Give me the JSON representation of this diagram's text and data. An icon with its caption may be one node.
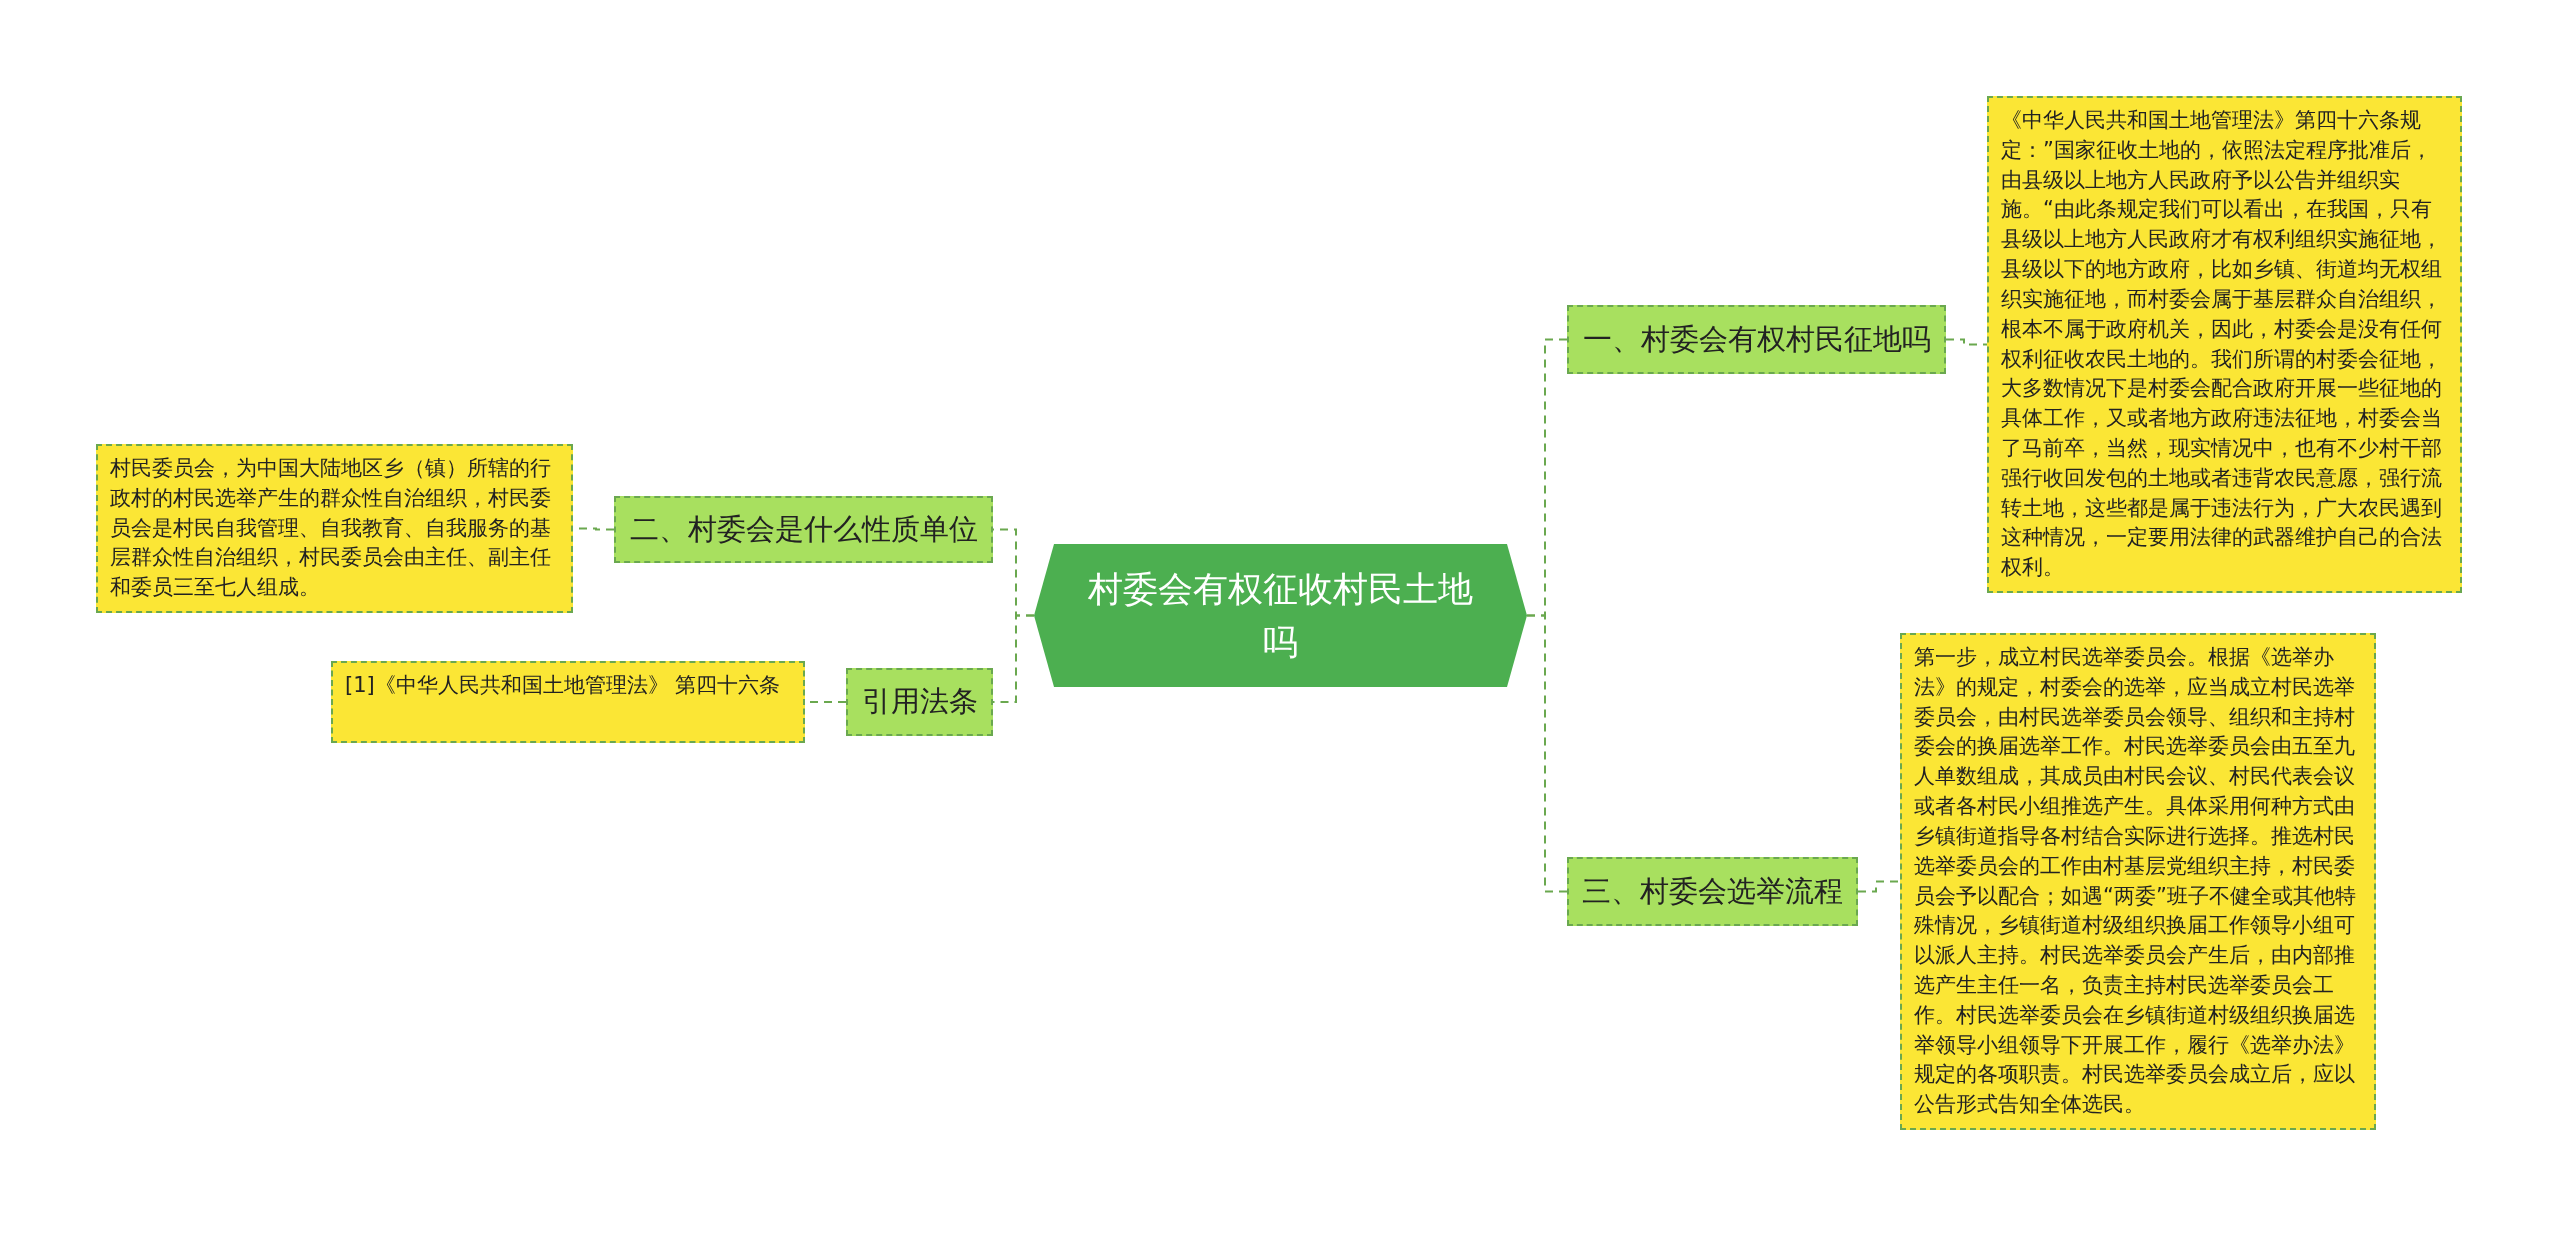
{
  "diagram": {
    "nodes": [
      {
        "text": [
          "村委会有权征收村民土地吗"
        ]
      },
      {
        "text": [
          "一、村委会有权村民征地吗"
        ]
      },
      {
        "text": [
          "《中华人民共和国土地管理法》第四十六条规定：”国家征收土地的，依照法定程序批准后，由县级以上地方人民政府予以公告并组织实施。“由此条规定我们可以看出，在我国，只有县级以上地方人民政府才有权利组织实施征地，县级以下的地方政府，比如乡镇、街道均无权组织实施征地，而村委会属于基层群众自治组织，根本不属于政府机关，因此，村委会是没有任何权利征收农民土地的。我们所谓的村委会征地，大多数情况下是村委会配合政府开展一些征地的具体工作，又或者地方政府违法征地，村委会当了马前卒，当然，现实情况中，也有不少村干部强行收回发包的土地或者违背农民意愿，强行流转土地，这些都是属于违法行为，广大农民遇到这种情况，一定要用法律的武器维护自己的合法权利。"
        ]
      },
      {
        "text": [
          "三、村委会选举流程"
        ]
      },
      {
        "text": [
          "第一步，成立村民选举委员会。根据《选举办法》的规定，村委会的选举，应当成立村民选举委员会，由村民选举委员会领导、组织和主持村委会的换届选举工作。村民选举委员会由五至九人单数组成，其成员由村民会议、村民代表会议或者各村民小组推选产生。具体采用何种方式由乡镇街道指导各村结合实际进行选择。推选村民选举委员会的工作由村基层党组织主持，村民委员会予以配合；如遇“两委”班子不健全或其他特殊情况，乡镇街道村级组织换届工作领导小组可以派人主持。村民选举委员会产生后，由内部推选产生主任一名，负责主持村民选举委员会工作。村民选举委员会在乡镇街道村级组织换届选举领导小组领导下开展工作，履行《选举办法》规定的各项职责。村民选举委员会成立后，应以公告形式告知全体选民。"
        ]
      },
      {
        "text": [
          "二、村委会是什么性质单位"
        ]
      },
      {
        "text": [
          "村民委员会，为中国大陆地区乡（镇）所辖的行政村的村民选举产生的群众性自治组织，村民委员会是村民自我管理、自我教育、自我服务的基层群众性自治组织，村民委员会由主任、副主任和委员三至七人组成。"
        ]
      },
      {
        "text": [
          "引用法条"
        ]
      },
      {
        "text": [
          "[1]《中华人民共和国土地管理法》 第四十六条"
        ]
      }
    ],
    "edges": [
      {
        "from": 0,
        "to": 1,
        "arrow": "none"
      },
      {
        "from": 1,
        "to": 2,
        "arrow": "none"
      },
      {
        "from": 0,
        "to": 3,
        "arrow": "none"
      },
      {
        "from": 3,
        "to": 4,
        "arrow": "none"
      },
      {
        "from": 0,
        "to": 5,
        "arrow": "none"
      },
      {
        "from": 5,
        "to": 6,
        "arrow": "none"
      },
      {
        "from": 0,
        "to": 7,
        "arrow": "none"
      },
      {
        "from": 7,
        "to": 8,
        "arrow": "none"
      }
    ]
  }
}
